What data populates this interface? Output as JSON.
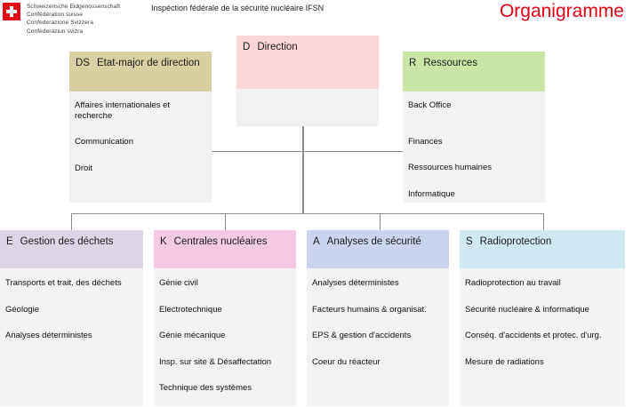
{
  "brand": {
    "confederation_lines": [
      "Schweizerische Eidgenossenschaft",
      "Confédération suisse",
      "Confederazione Svizzera",
      "Confederaziun svizra"
    ],
    "doc_title": "Inspéction fédérale de la sécurité nucléaire IFSN",
    "page_title": "Organigramme"
  },
  "colors": {
    "accent_red": "#e60012",
    "swiss_shield_red": "#e30613",
    "line_gray": "#8c8c8c",
    "body_gray": "#f0f2f4",
    "header_ds": "#d8d0a2",
    "header_d": "#fbd6d7",
    "header_r": "#c9e6a7",
    "header_e": "#ddd5e6",
    "header_k": "#f3c9e3",
    "header_a": "#cad4ed",
    "header_s": "#cfe8f2"
  },
  "org": {
    "direction": {
      "code": "D",
      "title": "Direction"
    },
    "staff": {
      "code": "DS",
      "title": "Etat-major de direction",
      "items": [
        "Affaires internationales et recherche",
        "Communication",
        "Droit"
      ]
    },
    "resources": {
      "code": "R",
      "title": "Ressources",
      "items": [
        "Back Office",
        "Finances",
        "Ressources humaines",
        "Informatique"
      ]
    },
    "divisions": [
      {
        "code": "E",
        "title": "Gestion des déchets",
        "items": [
          "Transports et trait. des déchets",
          "Géologie",
          "Analyses déterministes"
        ]
      },
      {
        "code": "K",
        "title": "Centrales nucléaires",
        "items": [
          "Génie civil",
          "Electrotechnique",
          "Génie mécanique",
          "Insp. sur site & Désaffectation",
          "Technique des systèmes"
        ]
      },
      {
        "code": "A",
        "title": "Analyses de sécurité",
        "items": [
          "Analyses déterministes",
          "Facteurs humains & organisat.",
          "EPS & gestion d'accidents",
          "Coeur du réacteur"
        ]
      },
      {
        "code": "S",
        "title": "Radioprotection",
        "items": [
          "Radioprotection au travail",
          "Sécurité nucléaire & informatique",
          "Conséq. d'accidents et protec. d'urg.",
          "Mesure de radiations"
        ]
      }
    ]
  }
}
